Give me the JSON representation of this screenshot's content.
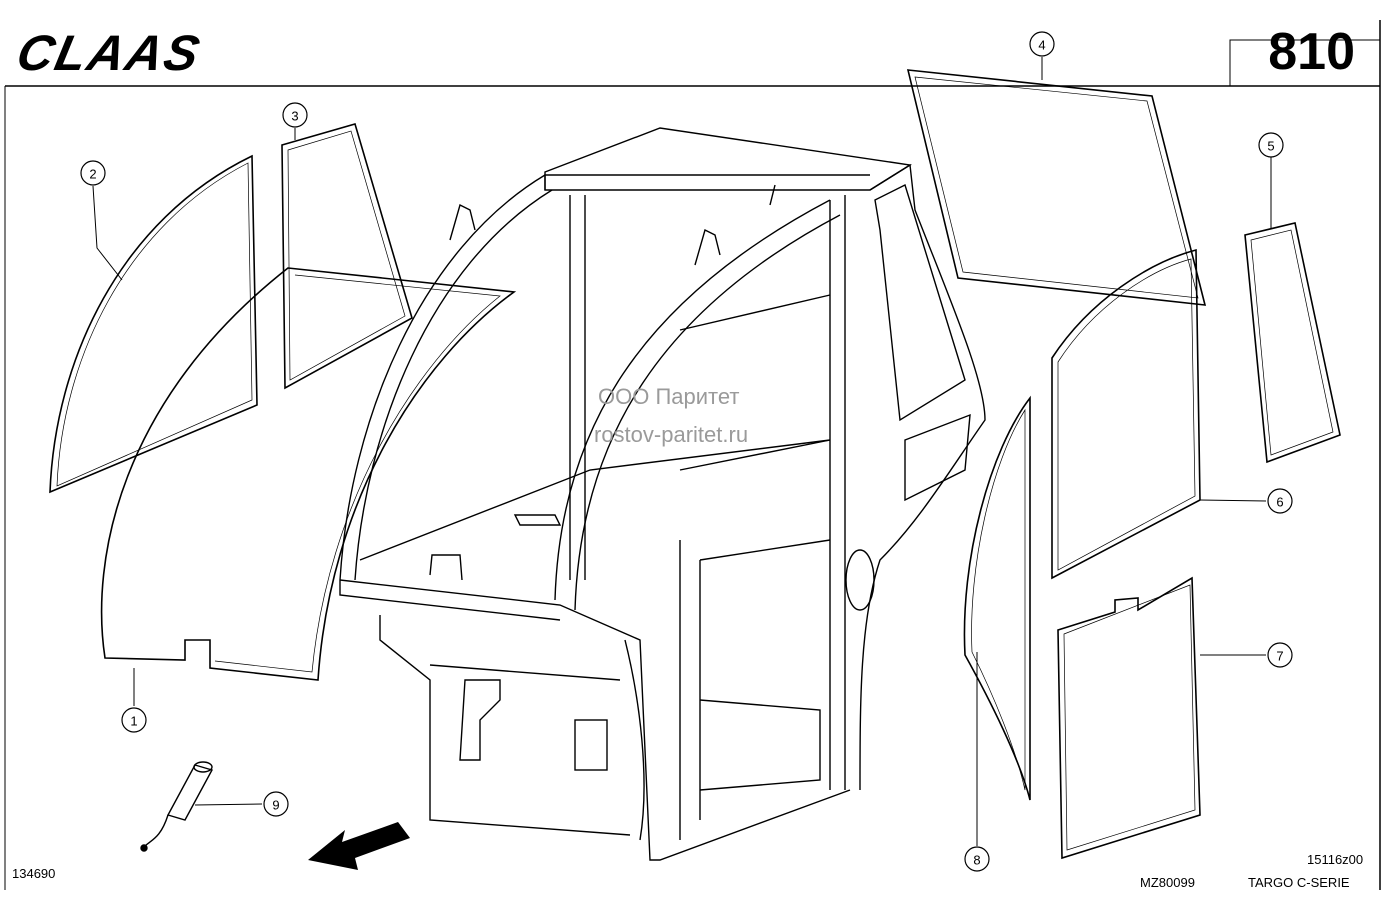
{
  "header": {
    "logo_text": "CLAAS",
    "page_number": "810"
  },
  "footer": {
    "left_code": "134690",
    "drawing_code": "MZ80099",
    "ref_code": "15116z00",
    "model": "TARGO C-SERIE"
  },
  "watermark": {
    "line1": "ООО Паритет",
    "line2": "rostov-paritet.ru"
  },
  "callouts": [
    {
      "number": "1"
    },
    {
      "number": "2"
    },
    {
      "number": "3"
    },
    {
      "number": "4"
    },
    {
      "number": "5"
    },
    {
      "number": "6"
    },
    {
      "number": "7"
    },
    {
      "number": "8"
    },
    {
      "number": "9"
    }
  ]
}
